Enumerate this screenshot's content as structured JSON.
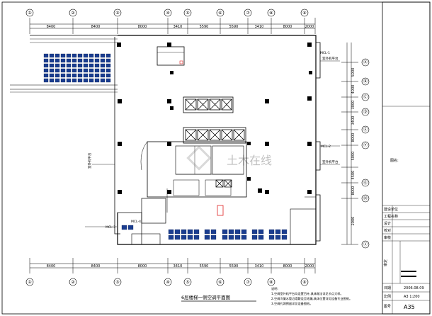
{
  "drawing": {
    "title": "6层楼梯一侧空调平面图",
    "sheet_no": "A35",
    "date": "2006.08.09",
    "scale": "A3 1:200",
    "watermark": "土木在线",
    "notes_title": "说明:",
    "notes": [
      "1.空调室外机平台均设置百叶,具体做法详见节点大样。",
      "2.空调冷凝水管沿墙敷设至地漏,具体位置详见设备专业图纸。",
      "3.空调孔洞预留详见设备图纸。"
    ]
  },
  "grid": {
    "top_axes": [
      "①",
      "②",
      "③",
      "④",
      "⑤",
      "⑥",
      "⑦",
      "⑧",
      "⑨"
    ],
    "bottom_axes": [
      "①",
      "②",
      "③",
      "④",
      "⑤",
      "⑥",
      "⑦",
      "⑧",
      "⑨"
    ],
    "top_dims": [
      "8400",
      "8400",
      "8000",
      "3410",
      "5590",
      "5590",
      "3410",
      "8000",
      "2000"
    ],
    "bottom_dims": [
      "8400",
      "8400",
      "8000",
      "3410",
      "5590",
      "5590",
      "3410",
      "8000",
      "2000"
    ],
    "right_axes": [
      "Ⓐ",
      "Ⓑ",
      "Ⓒ",
      "Ⓓ",
      "Ⓔ",
      "Ⓕ",
      "Ⓖ",
      "Ⓗ",
      "Ⓙ"
    ],
    "right_dims": [
      "5000",
      "4000",
      "3000",
      "3400",
      "8000",
      "5000",
      "4500",
      "8000",
      "2000"
    ]
  },
  "titleblock": {
    "labels": [
      "图名:",
      "建设单位",
      "工程名称",
      "设计",
      "校对",
      "审核",
      "审定",
      "日期",
      "比例",
      "图号"
    ]
  },
  "annotations": {
    "room_labels": [
      "MCL-1",
      "MCL-2",
      "MCL-3",
      "MCL-4"
    ],
    "side_notes": [
      "室外机平台",
      "室外机平台",
      "室外机平台"
    ]
  }
}
